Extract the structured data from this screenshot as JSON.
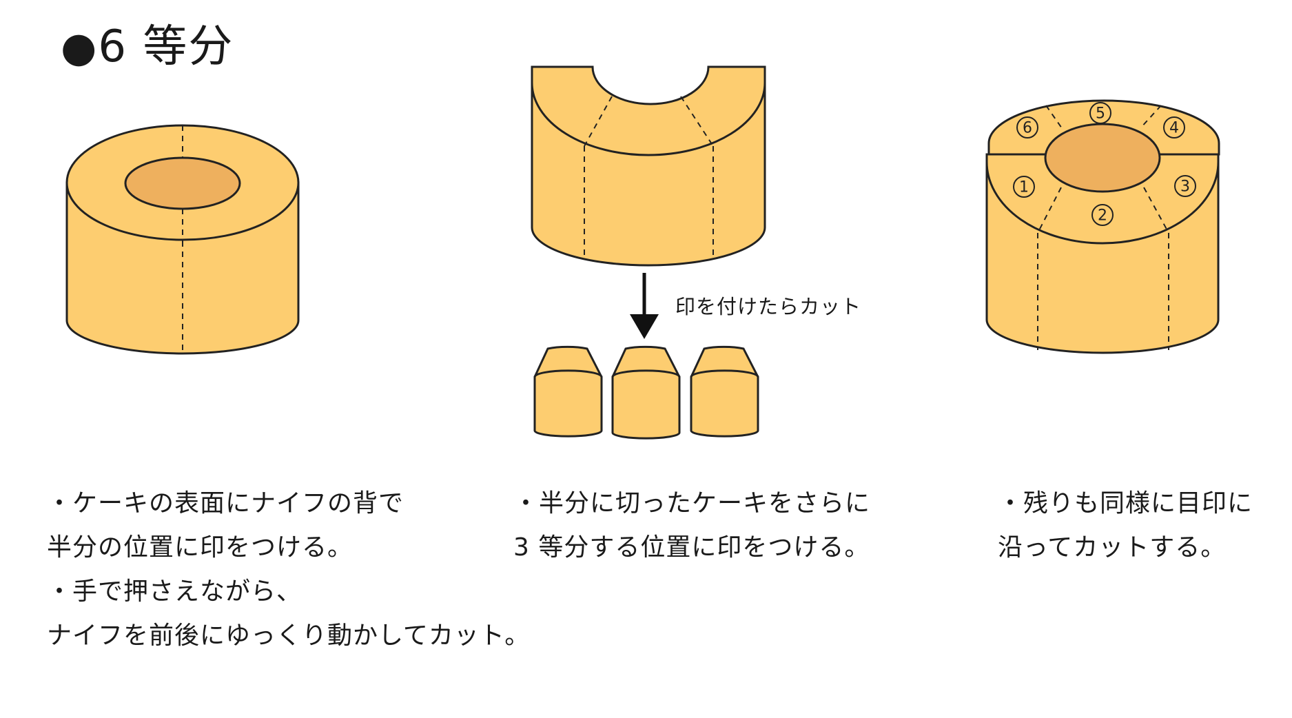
{
  "title": {
    "bullet": "●",
    "text": "6 等分"
  },
  "colors": {
    "cake": "#fdcd70",
    "hole": "#eeb05e",
    "outline": "#222222"
  },
  "center_label": "印を付けたらカット",
  "piece_numbers": [
    "①",
    "②",
    "③",
    "④",
    "⑤",
    "⑥"
  ],
  "captions": {
    "left": [
      "・ケーキの表面にナイフの背で",
      "半分の位置に印をつける。",
      "・手で押さえながら、",
      "ナイフを前後にゆっくり動かしてカット。"
    ],
    "middle": [
      "・半分に切ったケーキをさらに",
      "3 等分する位置に印をつける。"
    ],
    "right": [
      "・残りも同様に目印に",
      "沿ってカットする。"
    ]
  }
}
